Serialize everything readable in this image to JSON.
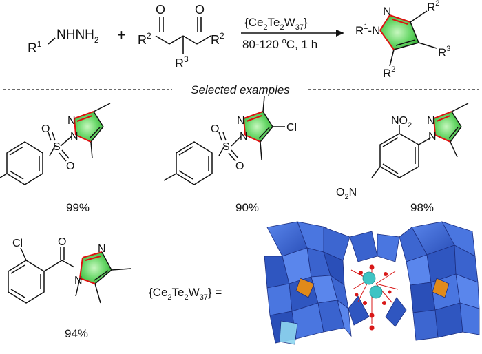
{
  "reaction": {
    "reagent1": {
      "main": "R",
      "sup": "1",
      "tail": "NHNH",
      "sub": "2"
    },
    "plus": "+",
    "diketone": {
      "r2_left_main": "R",
      "r2_left_sup": "2",
      "r2_right_main": "R",
      "r2_right_sup": "2",
      "r3_main": "R",
      "r3_sup": "3",
      "o_left": "O",
      "o_right": "O"
    },
    "catalyst": {
      "open": "{Ce",
      "s1": "2",
      "mid": "Te",
      "s2": "2",
      "w": "W",
      "s3": "37",
      "close": "}"
    },
    "conditions": {
      "temp": "80-120 ",
      "deg": "o",
      "rest": "C, 1 h"
    },
    "product": {
      "r1_main": "R",
      "r1_sup": "1",
      "r1_bond": "-",
      "n_ring": "N",
      "n_top": "N",
      "r2a_main": "R",
      "r2a_sup": "2",
      "r3_main": "R",
      "r3_sup": "3",
      "r2b_main": "R",
      "r2b_sup": "2"
    }
  },
  "separator_label": "Selected examples",
  "examples": [
    {
      "yield": "99%",
      "atoms": {
        "n1": "N",
        "n2": "N",
        "s": "S",
        "o1": "O",
        "o2": "O"
      }
    },
    {
      "yield": "90%",
      "atoms": {
        "n1": "N",
        "n2": "N",
        "s": "S",
        "o1": "O",
        "o2": "O",
        "cl": "Cl"
      }
    },
    {
      "yield": "98%",
      "atoms": {
        "n1": "N",
        "n2": "N",
        "no2_top_n": "NO",
        "no2_top_sub": "2",
        "no2_bot_o": "O",
        "no2_bot_sub": "2",
        "no2_bot_n": "N"
      }
    },
    {
      "yield": "94%",
      "atoms": {
        "n1": "N",
        "n2": "N",
        "o": "O",
        "cl": "Cl"
      }
    }
  ],
  "catalyst_label": {
    "open": "{Ce",
    "s1": "2",
    "mid": "Te",
    "s2": "2",
    "w": "W",
    "s3": "37",
    "close": "} ="
  },
  "colors": {
    "ring_fill": "#5cd65c",
    "ring_highlight": "#b8f5b0",
    "n_bond_red": "#e01010",
    "polyhedra_blue": "#3a66d8",
    "polyhedra_orange": "#e08a1a",
    "ce_cyan": "#3fc4c4",
    "o_red": "#d81818"
  }
}
